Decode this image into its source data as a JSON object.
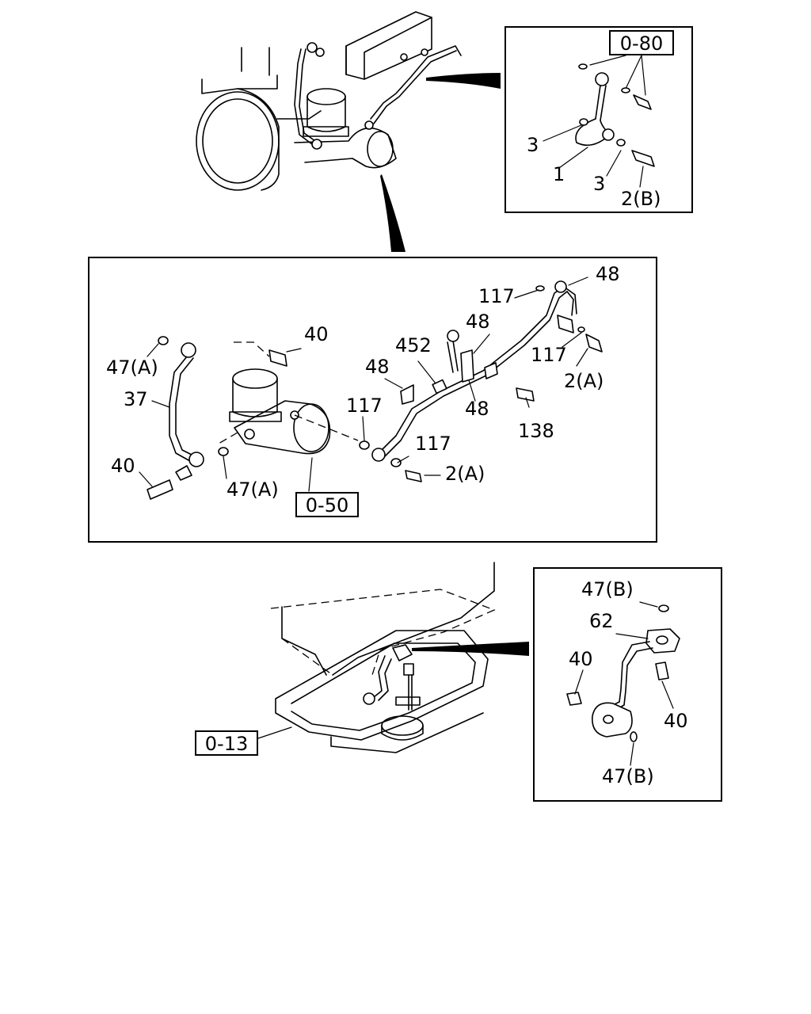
{
  "ref_boxes": {
    "o80": "0-80",
    "o50": "0-50",
    "o13": "0-13"
  },
  "panel_top_right": {
    "labels": [
      "3",
      "1",
      "3",
      "2(B)"
    ]
  },
  "panel_main": {
    "labels": [
      "47(A)",
      "40",
      "37",
      "40",
      "47(A)",
      "452",
      "48",
      "117",
      "117",
      "2(A)",
      "117",
      "48",
      "48",
      "117",
      "2(A)",
      "138",
      "48"
    ]
  },
  "panel_bottom_right": {
    "labels": [
      "47(B)",
      "62",
      "40",
      "40",
      "47(B)"
    ]
  }
}
